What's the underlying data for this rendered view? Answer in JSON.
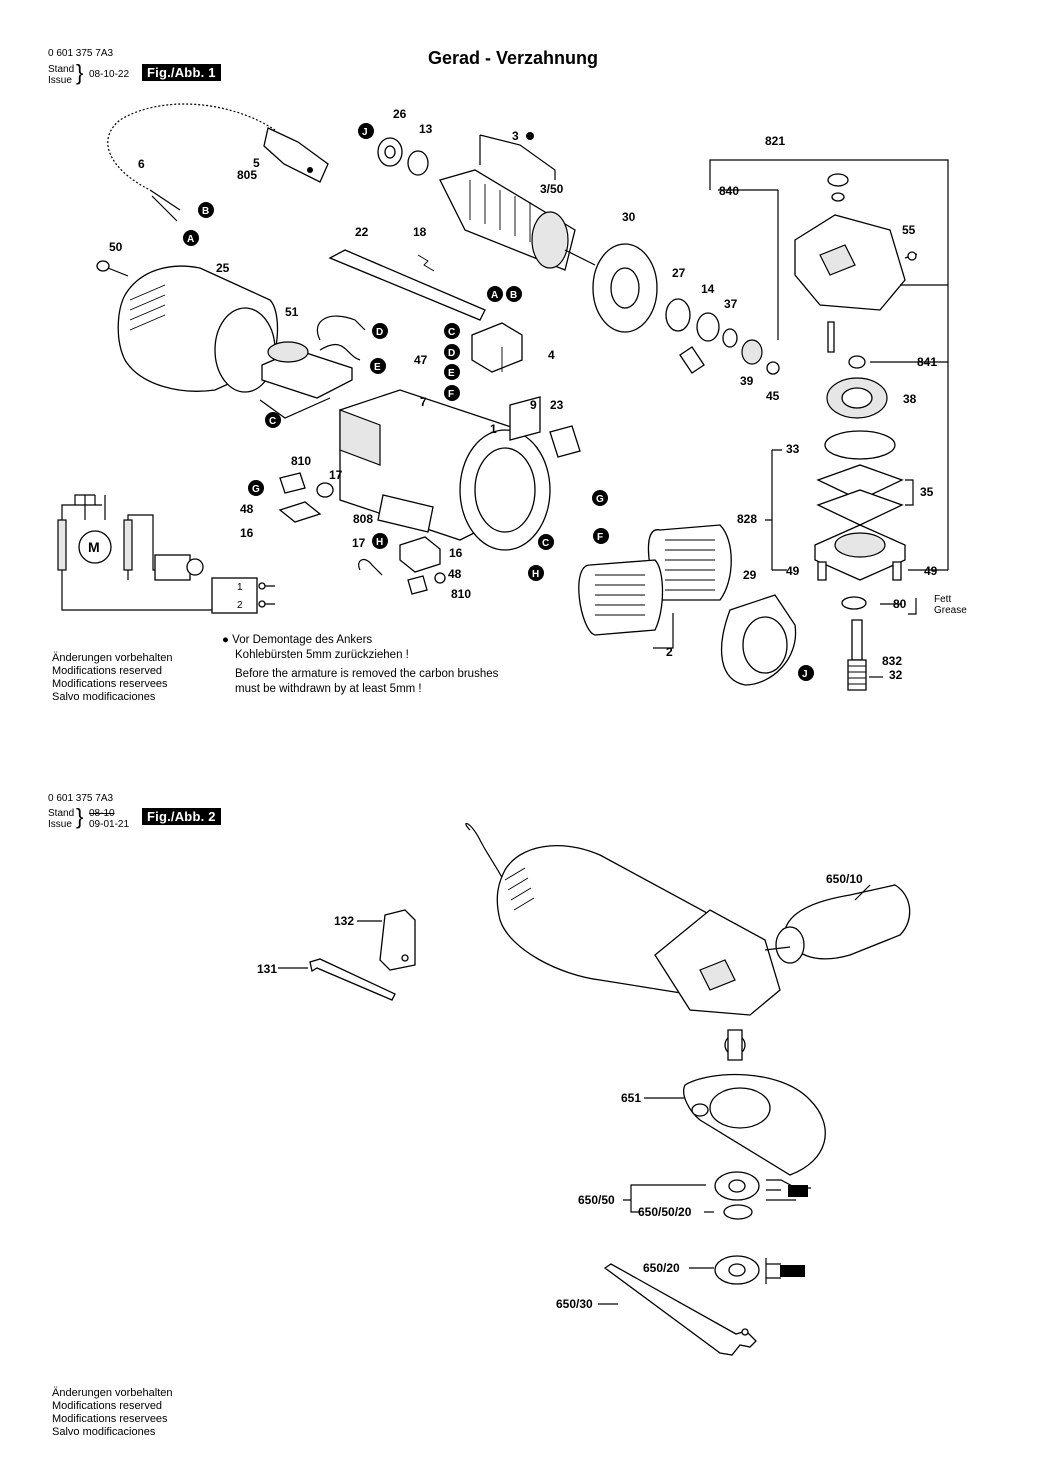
{
  "fig1": {
    "doc_number": "0 601 375 7A3",
    "stand_label": "Stand",
    "issue_label": "Issue",
    "date": "08-10-22",
    "fig_label": "Fig./Abb. 1",
    "title": "Gerad - Verzahnung"
  },
  "fig2": {
    "doc_number": "0 601 375 7A3",
    "stand_label": "Stand",
    "issue_label": "Issue",
    "date_old": "08-10",
    "date": "09-01-21",
    "fig_label": "Fig./Abb. 2"
  },
  "notes": [
    "Änderungen vorbehalten",
    "Modifications reserved",
    "Modifications reservees",
    "Salvo modificaciones"
  ],
  "footnote": {
    "bullet": "●",
    "de1": "Vor Demontage des Ankers",
    "de2": "Kohlebürsten 5mm zurückziehen !",
    "en1": "Before the armature is removed the carbon brushes",
    "en2": "must be withdrawn by at least 5mm !"
  },
  "grease": {
    "de": "Fett",
    "en": "Grease"
  },
  "fig1_parts": [
    "26",
    "13",
    "3",
    "3/50",
    "6",
    "5",
    "805",
    "50",
    "25",
    "22",
    "18",
    "30",
    "27",
    "14",
    "37",
    "39",
    "45",
    "51",
    "47",
    "7",
    "4",
    "9",
    "23",
    "1",
    "810",
    "17",
    "48",
    "16",
    "808",
    "29",
    "2",
    "821",
    "840",
    "55",
    "841",
    "38",
    "33",
    "35",
    "828",
    "49",
    "80",
    "832",
    "32"
  ],
  "fig2_parts": [
    "650/10",
    "132",
    "131",
    "651",
    "650/50",
    "650/50/20",
    "650/20",
    "650/30"
  ],
  "connector_badges": [
    "A",
    "B",
    "C",
    "D",
    "E",
    "F",
    "G",
    "H",
    "J"
  ],
  "motor_symbol": "M",
  "switch_terminals": [
    "1",
    "2"
  ]
}
